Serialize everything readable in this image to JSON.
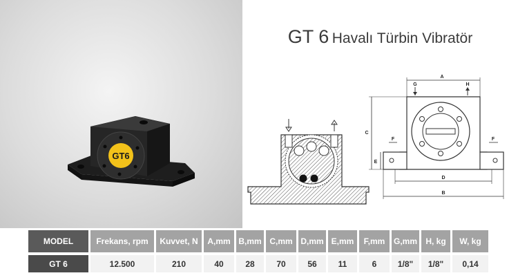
{
  "title": {
    "model": "GT 6",
    "subtitle": "Havalı Türbin Vibratör"
  },
  "product": {
    "badge": "GT6"
  },
  "drawing_labels": {
    "a": "A",
    "b": "B",
    "c": "C",
    "d": "D",
    "e": "E",
    "f": "F",
    "g": "G",
    "h": "H"
  },
  "table": {
    "headers": [
      "MODEL",
      "Frekans, rpm",
      "Kuvvet, N",
      "A,mm",
      "B,mm",
      "C,mm",
      "D,mm",
      "E,mm",
      "F,mm",
      "G,mm",
      "H, kg",
      "W, kg"
    ],
    "row": [
      "GT 6",
      "12.500",
      "210",
      "40",
      "28",
      "70",
      "56",
      "11",
      "6",
      "1/8\"",
      "1/8\"",
      "0,14"
    ]
  },
  "colors": {
    "product_body": "#1e1e1e",
    "badge_yellow": "#f3c21a",
    "header_gray": "#a3a3a3",
    "header_dark": "#5a5a5a"
  }
}
